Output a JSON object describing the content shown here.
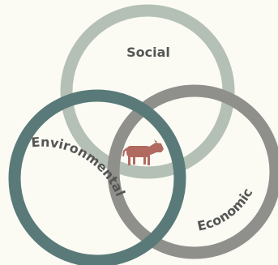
{
  "diagram": {
    "background": "#fbfbf4",
    "circles": [
      {
        "id": "social",
        "label": "Social",
        "color": "#b4c0b6"
      },
      {
        "id": "economic",
        "label": "Economic",
        "color": "#8f908b"
      },
      {
        "id": "environmental",
        "label": "Environmental",
        "color": "#597a78"
      }
    ],
    "center_icon": {
      "name": "cow-icon",
      "color": "#9a5c52",
      "fill": "#b8706a"
    }
  }
}
